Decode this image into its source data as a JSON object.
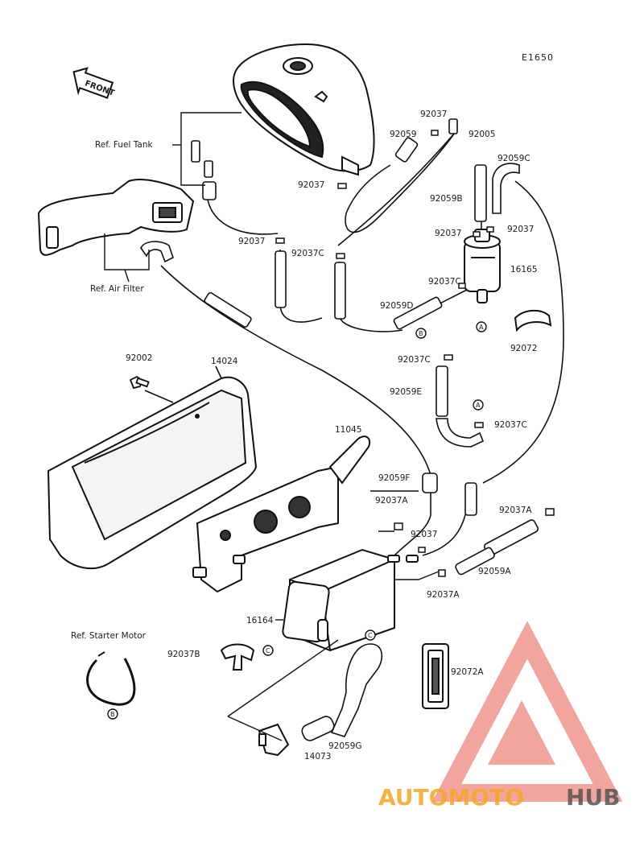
{
  "diagram_code": "E1650",
  "front_label": "FRONT",
  "refs": {
    "fuel_tank": "Ref. Fuel Tank",
    "air_filter": "Ref. Air Filter",
    "starter_motor": "Ref. Starter Motor"
  },
  "parts": {
    "p92037_top": "92037",
    "p92005": "92005",
    "p92059_top": "92059",
    "p92059C": "92059C",
    "p92037_tank": "92037",
    "p92059B": "92059B",
    "p92037_left": "92037",
    "p92037C_mid": "92037C",
    "p92037_filterL": "92037",
    "p92037_filterR": "92037",
    "p16165": "16165",
    "p92037C_filter": "92037C",
    "p92059D": "92059D",
    "p92072": "92072",
    "p92002": "92002",
    "p14024": "14024",
    "p92037C_e": "92037C",
    "p92059E": "92059E",
    "p92037C_low": "92037C",
    "p11045": "11045",
    "p92059F": "92059F",
    "p92037A_l": "92037A",
    "p92037A_r": "92037A",
    "p92037_mid": "92037",
    "p92059A": "92059A",
    "p92037A_b": "92037A",
    "p16164": "16164",
    "p92037B": "92037B",
    "p92072A": "92072A",
    "p92059G": "92059G",
    "p14073": "14073"
  },
  "callouts": {
    "a": "A",
    "b": "B",
    "c": "C"
  },
  "watermark": {
    "part1": "AUTOMOTO",
    "part2": "HUB",
    "color1": "#f5a623",
    "color2": "#555555",
    "triangle_color": "#e85a4f"
  }
}
